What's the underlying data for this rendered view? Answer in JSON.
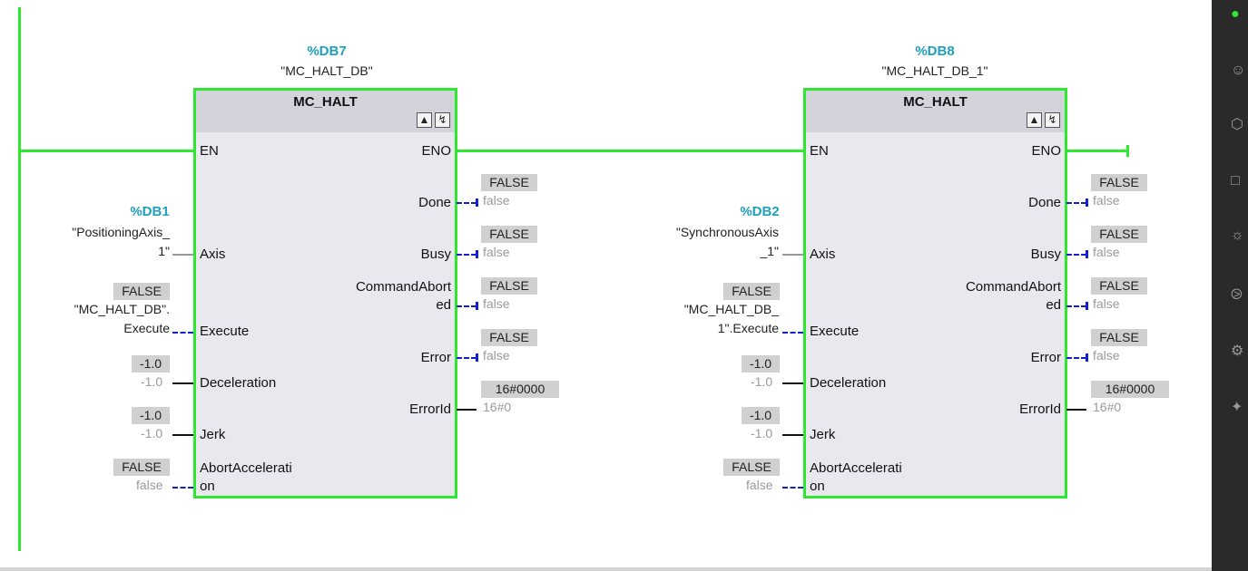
{
  "blocks": [
    {
      "db_addr": "%DB7",
      "db_name": "\"MC_HALT_DB\"",
      "title": "MC_HALT",
      "inputs": {
        "en": "EN",
        "axis": "Axis",
        "execute": "Execute",
        "deceleration": "Deceleration",
        "jerk": "Jerk",
        "abort1": "AbortAccelerati",
        "abort2": "on"
      },
      "outputs": {
        "eno": "ENO",
        "done": "Done",
        "busy": "Busy",
        "cmd1": "CommandAbort",
        "cmd2": "ed",
        "error": "Error",
        "errorid": "ErrorId"
      },
      "axis_addr": "%DB1",
      "axis_name_1": "\"PositioningAxis_",
      "axis_name_2": "1\"",
      "execute_box": "FALSE",
      "execute_name_1": "\"MC_HALT_DB\".",
      "execute_name_2": "Execute",
      "decel_box": "-1.0",
      "decel_live": "-1.0",
      "jerk_box": "-1.0",
      "jerk_live": "-1.0",
      "abort_box": "FALSE",
      "abort_live": "false",
      "done_box": "FALSE",
      "done_live": "false",
      "busy_box": "FALSE",
      "busy_live": "false",
      "cmd_box": "FALSE",
      "cmd_live": "false",
      "error_box": "FALSE",
      "error_live": "false",
      "errorid_box": "16#0000",
      "errorid_live": "16#0"
    },
    {
      "db_addr": "%DB8",
      "db_name": "\"MC_HALT_DB_1\"",
      "title": "MC_HALT",
      "inputs": {
        "en": "EN",
        "axis": "Axis",
        "execute": "Execute",
        "deceleration": "Deceleration",
        "jerk": "Jerk",
        "abort1": "AbortAccelerati",
        "abort2": "on"
      },
      "outputs": {
        "eno": "ENO",
        "done": "Done",
        "busy": "Busy",
        "cmd1": "CommandAbort",
        "cmd2": "ed",
        "error": "Error",
        "errorid": "ErrorId"
      },
      "axis_addr": "%DB2",
      "axis_name_1": "\"SynchronousAxis",
      "axis_name_2": "_1\"",
      "execute_box": "FALSE",
      "execute_name_1": "\"MC_HALT_DB_",
      "execute_name_2": "1\".Execute",
      "decel_box": "-1.0",
      "decel_live": "-1.0",
      "jerk_box": "-1.0",
      "jerk_live": "-1.0",
      "abort_box": "FALSE",
      "abort_live": "false",
      "done_box": "FALSE",
      "done_live": "false",
      "busy_box": "FALSE",
      "busy_live": "false",
      "cmd_box": "FALSE",
      "cmd_live": "false",
      "error_box": "FALSE",
      "error_live": "false",
      "errorid_box": "16#0000",
      "errorid_live": "16#0"
    }
  ],
  "colors": {
    "rail": "#2ee72e",
    "db_addr": "#20a0b8",
    "signal_wire": "#1020d0"
  },
  "sidebar_icons": [
    "chat-icon",
    "user-icon",
    "cube-icon",
    "document-icon",
    "network-icon",
    "tag-icon",
    "settings-icon",
    "star-icon"
  ]
}
